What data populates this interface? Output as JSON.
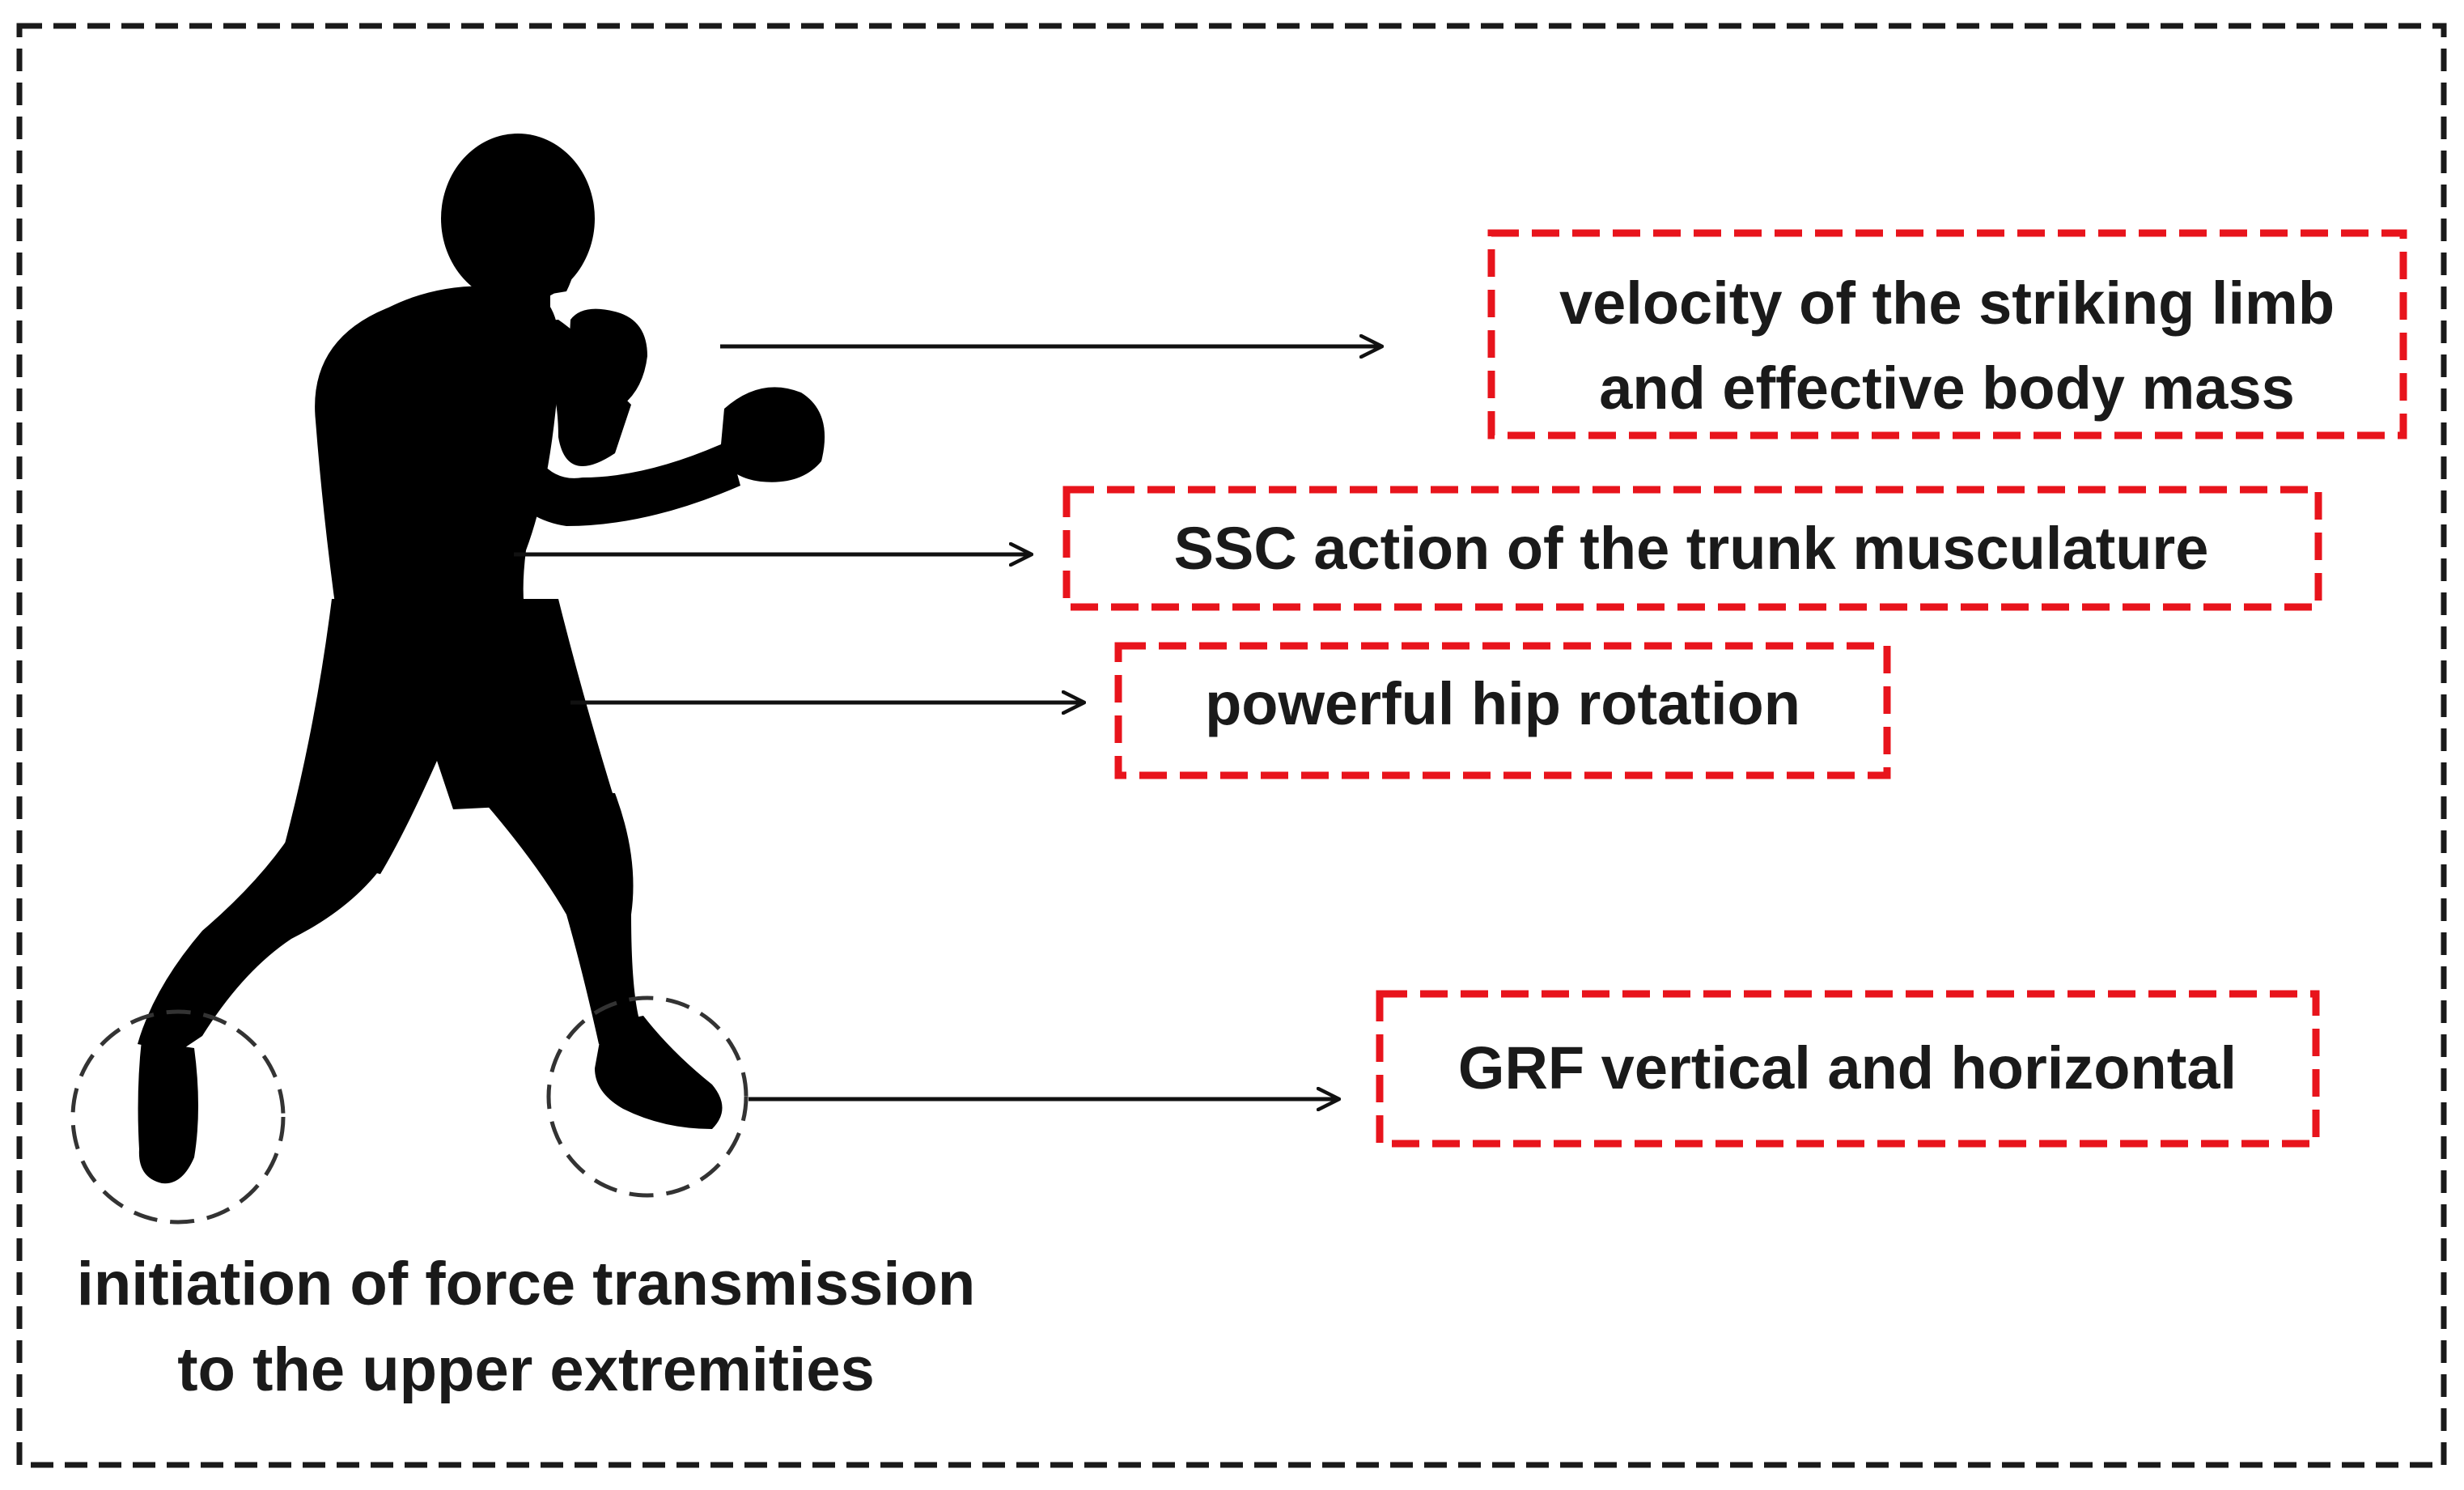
{
  "labels": {
    "velocity_line1": "velocity of the striking limb",
    "velocity_line2": "and effective body mass",
    "ssc": "SSC action of the trunk musculature",
    "hip": "powerful hip rotation",
    "grf": "GRF vertical and horizontal"
  },
  "caption": {
    "line1": "initiation of force transmission",
    "line2": "to the upper extremities"
  },
  "colors": {
    "frame": "#1a1a1a",
    "label_box": "#e8141c",
    "silhouette": "#000000",
    "arrow": "#111111",
    "foot_circle": "#333333"
  }
}
